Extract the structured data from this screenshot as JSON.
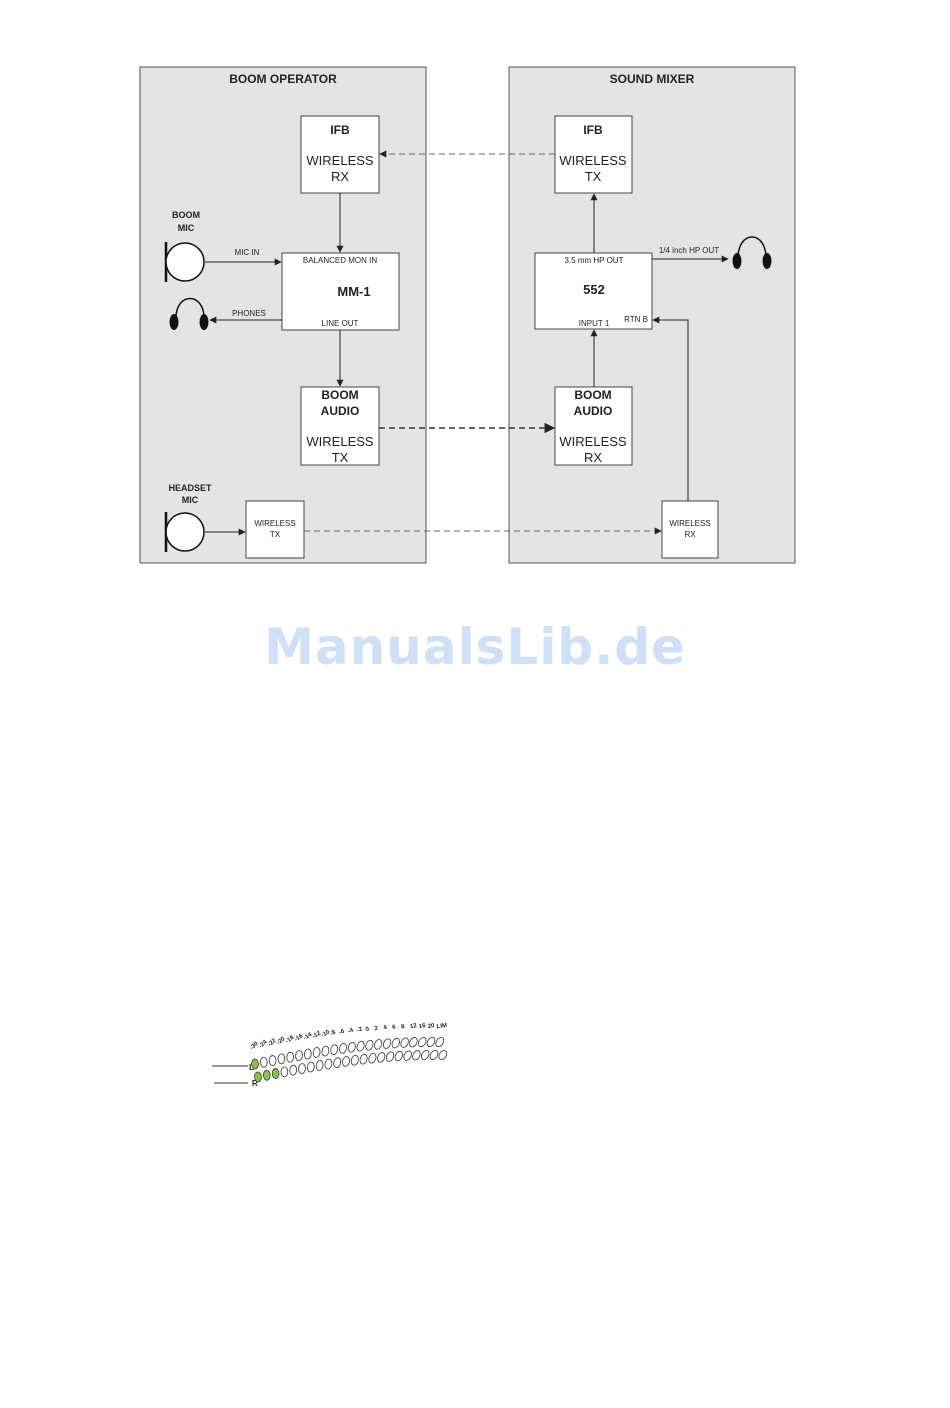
{
  "panels": {
    "boom_operator": "BOOM OPERATOR",
    "sound_mixer": "SOUND MIXER"
  },
  "boom_side": {
    "ifb_rx": {
      "title": "IFB",
      "line1": "WIRELESS",
      "line2": "RX"
    },
    "mm1": {
      "name": "MM-1",
      "input_label": "BALANCED MON IN",
      "output_label": "LINE OUT"
    },
    "boom_tx": {
      "title1": "BOOM",
      "title2": "AUDIO",
      "line1": "WIRELESS",
      "line2": "TX"
    },
    "boom_mic": {
      "line1": "BOOM",
      "line2": "MIC"
    },
    "mic_in": "MIC IN",
    "phones": "PHONES",
    "headset_mic": {
      "line1": "HEADSET",
      "line2": "MIC"
    },
    "headset_tx": {
      "line1": "WIRELESS",
      "line2": "TX"
    }
  },
  "mixer_side": {
    "ifb_tx": {
      "title": "IFB",
      "line1": "WIRELESS",
      "line2": "TX"
    },
    "mixer552": {
      "name": "552",
      "hp_out": "3.5 mm HP OUT",
      "input1": "INPUT 1",
      "rtnb": "RTN B"
    },
    "quarter_hp": "1/4 inch HP OUT",
    "boom_rx": {
      "title1": "BOOM",
      "title2": "AUDIO",
      "line1": "WIRELESS",
      "line2": "RX"
    },
    "headset_rx": {
      "line1": "WIRELESS",
      "line2": "RX"
    }
  },
  "meter": {
    "scale": [
      "-30",
      "-24",
      "-22",
      "-20",
      "-18",
      "-16",
      "-14",
      "-12",
      "-10",
      "-8",
      "-6",
      "-4",
      "-2",
      "0",
      "2",
      "4",
      "6",
      "8",
      "12",
      "16",
      "20",
      "LIM"
    ],
    "channels": [
      "L",
      "R"
    ],
    "lit_left": 1,
    "lit_right": 3,
    "lit_color": "#8cc152"
  },
  "watermark": "ManualsLib.de"
}
